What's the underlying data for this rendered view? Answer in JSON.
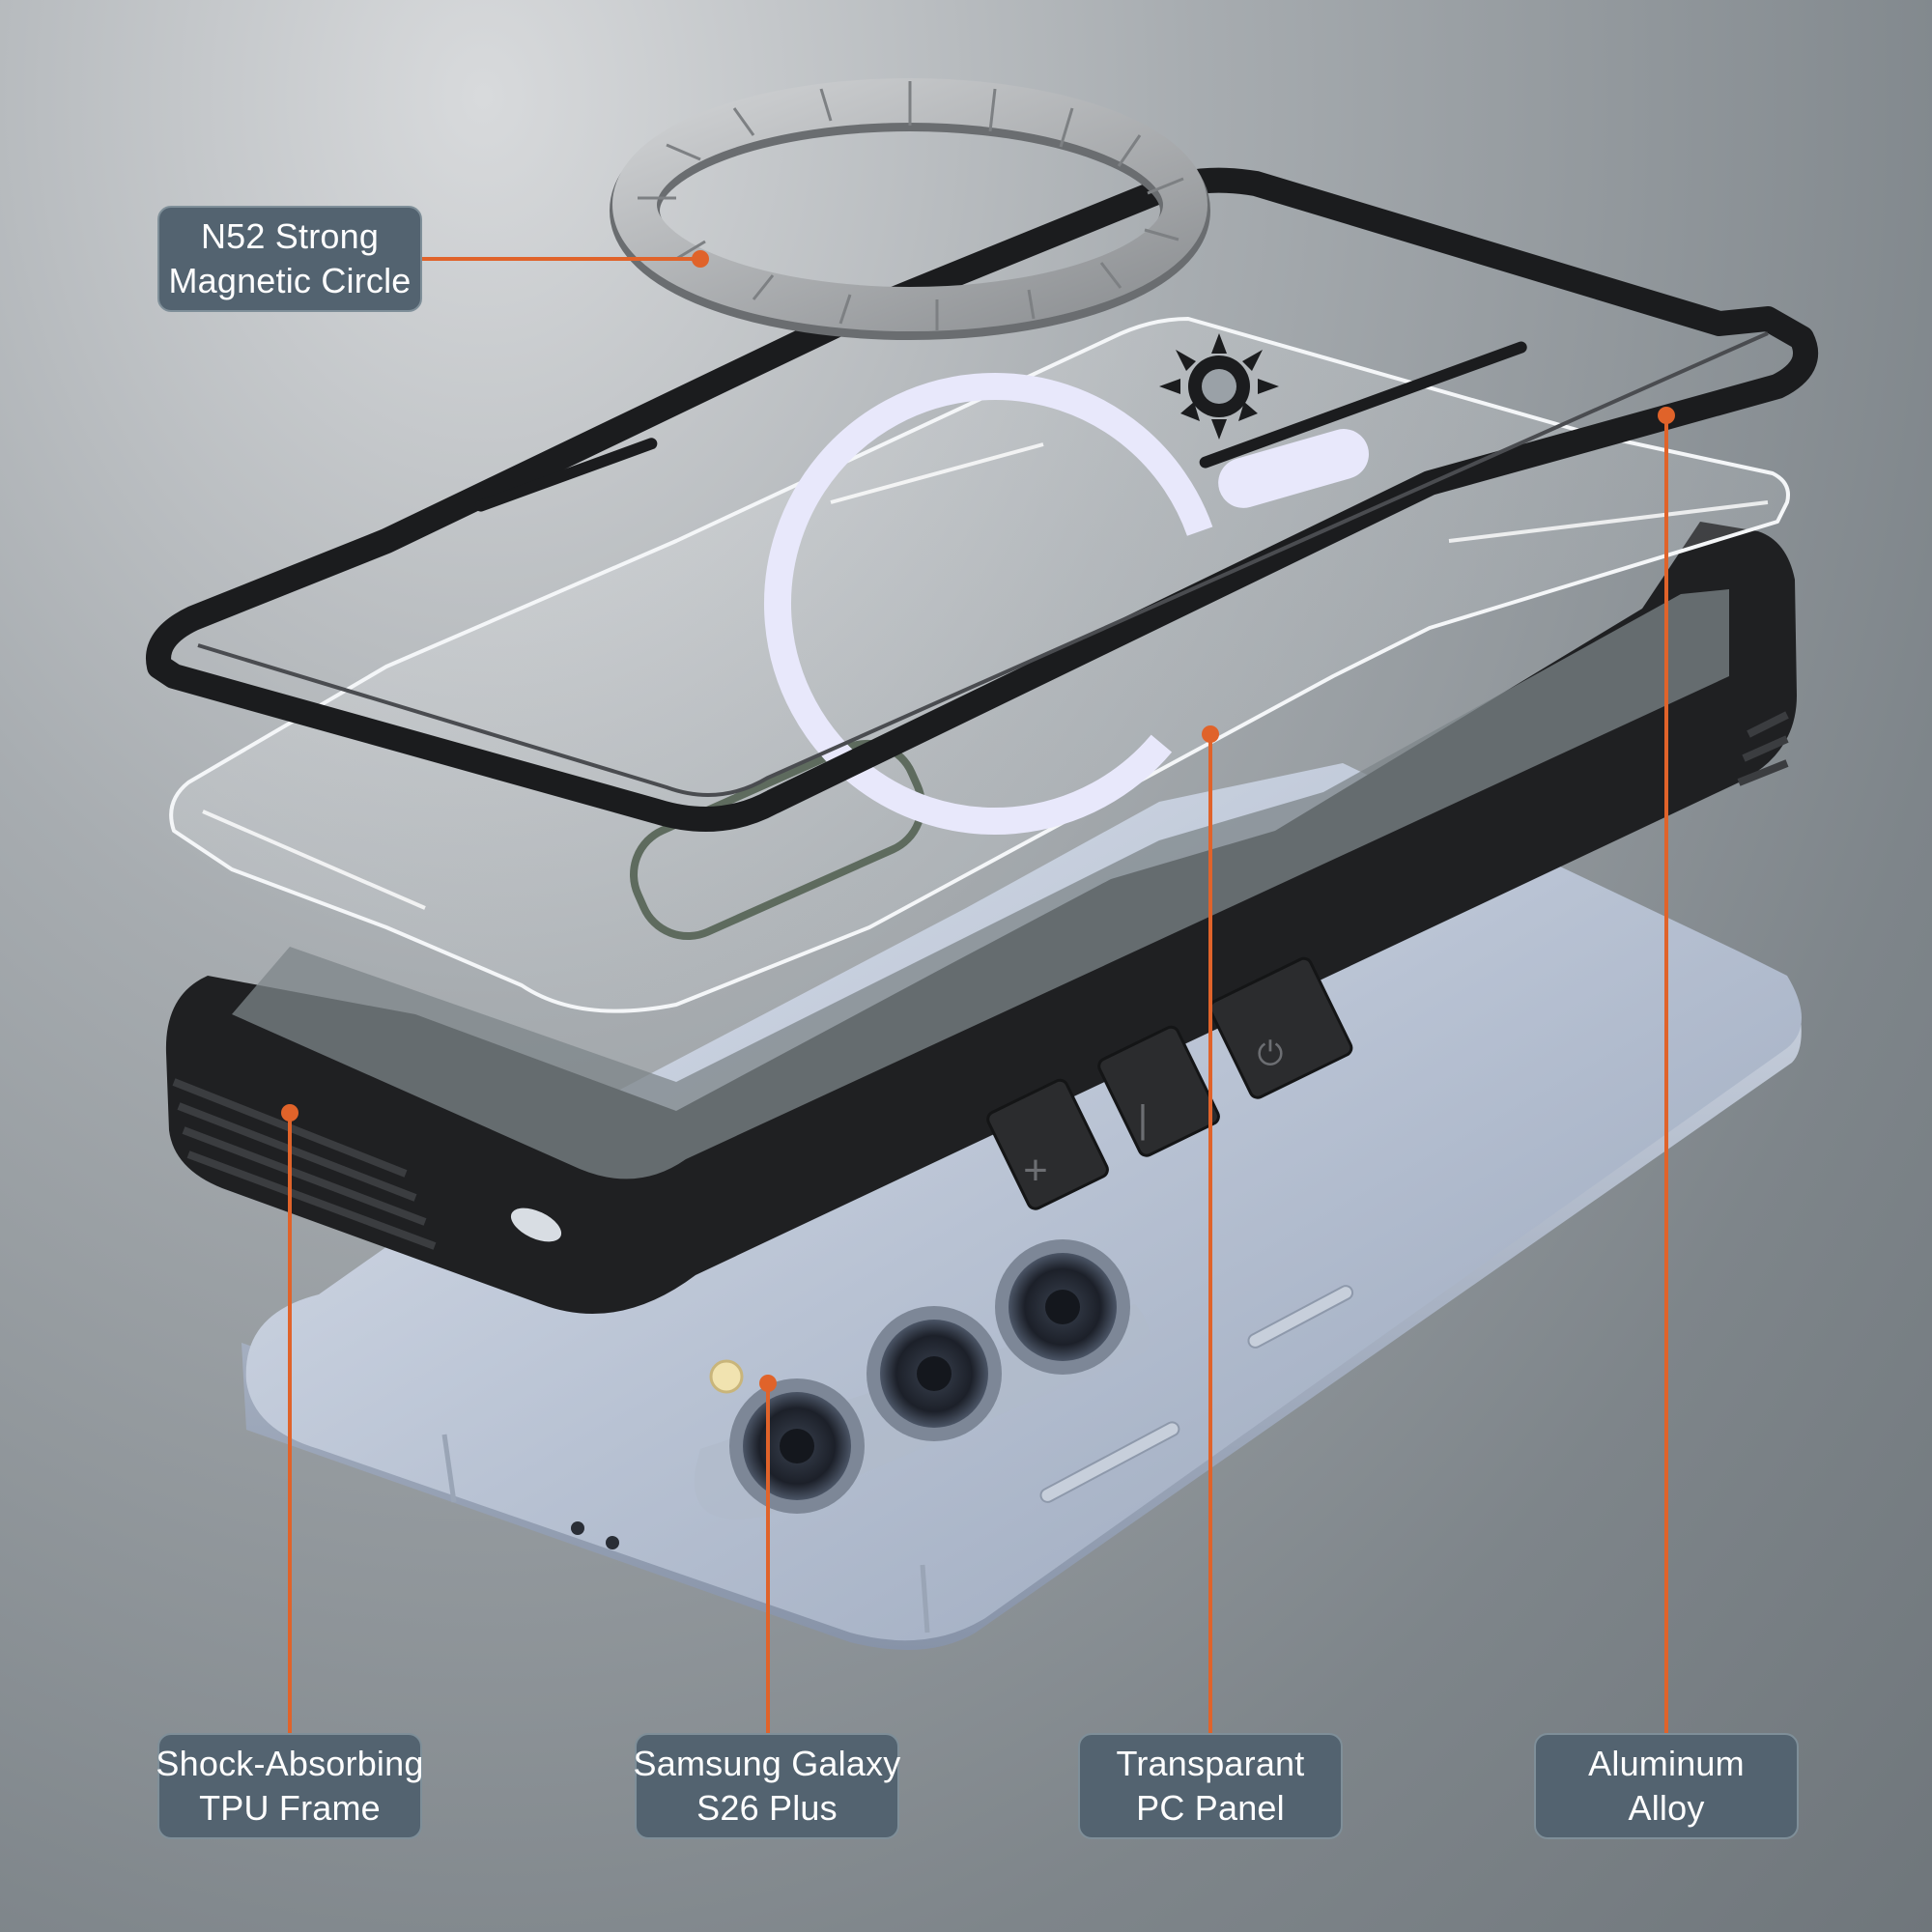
{
  "colors": {
    "callout_line": "#e0632a",
    "label_background": "#536370",
    "label_border": "#7f8f99",
    "label_text": "#ffffff",
    "phone_body": "#b9c3d3",
    "frame_black": "#1f2022",
    "magnet_ring": "#a9abad"
  },
  "labels": {
    "magnetic_circle": {
      "line1": "N52 Strong",
      "line2": "Magnetic Circle"
    },
    "tpu_frame": {
      "line1": "Shock-Absorbing",
      "line2": "TPU Frame"
    },
    "phone": {
      "line1": "Samsung Galaxy",
      "line2": "S26 Plus"
    },
    "pc_panel": {
      "line1": "Transparant",
      "line2": "PC Panel"
    },
    "alloy": {
      "line1": "Aluminum",
      "line2": "Alloy"
    }
  },
  "button_glyphs": {
    "volume_up": "+",
    "volume_down": "|",
    "power": "⏻"
  },
  "icons": {
    "brand_logo": "sun-logo-icon",
    "magsafe_ring": "magsafe-ring-icon"
  }
}
